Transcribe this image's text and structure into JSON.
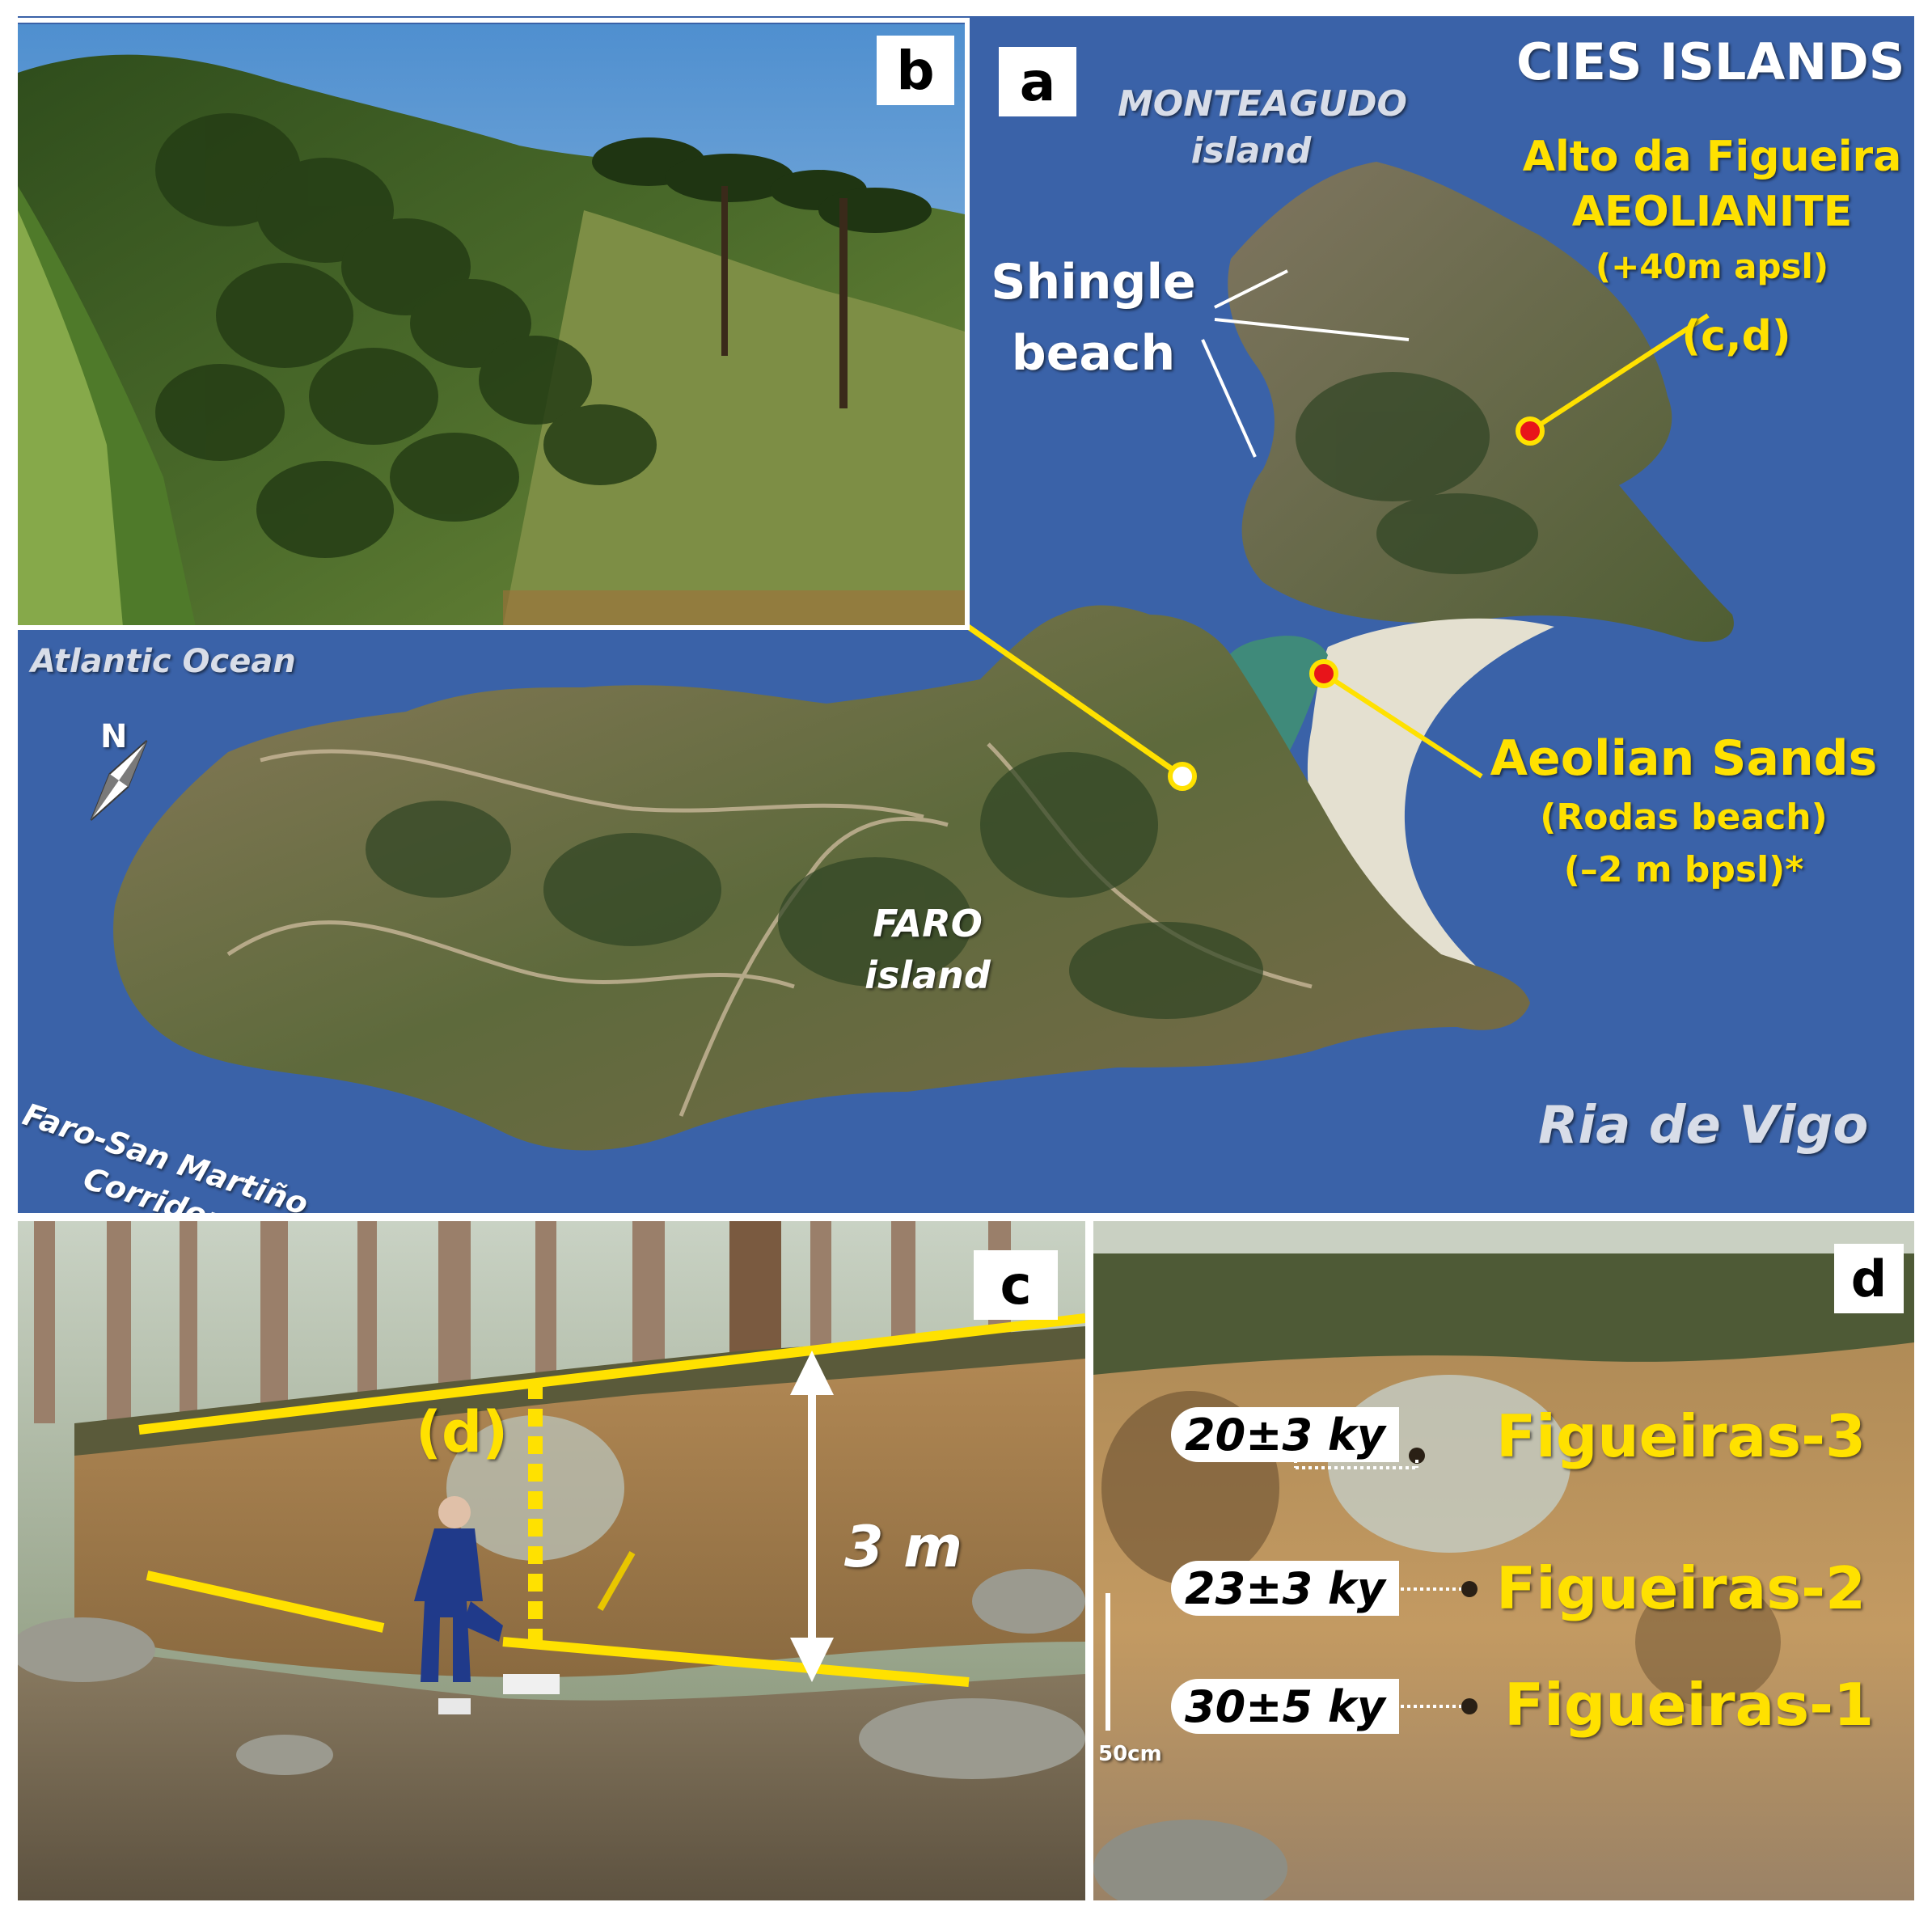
{
  "panel_a": {
    "letter": "a",
    "title": "CIES ISLANDS",
    "monteagudo_line1": "MONTEAGUDO",
    "monteagudo_line2": "island",
    "site_name_line1": "Alto da Figueira",
    "site_name_line2": "AEOLIANITE",
    "site_elev": "(+40m apsl)",
    "site_ref": "(c,d)",
    "shingle_line1": "Shingle",
    "shingle_line2": "beach",
    "sands_line1": "Aeolian Sands",
    "sands_line2": "(Rodas beach)",
    "sands_line3": "(–2 m bpsl)*",
    "atlantic": "Atlantic Ocean",
    "north": "N",
    "faro_line1": "FARO",
    "faro_line2": "island",
    "corridor_line1": "Faro-San Martiño",
    "corridor_line2": "Corridor",
    "ria": "Ria de Vigo",
    "colors": {
      "sea": "#3a62a8",
      "label": "#ffe100",
      "marker": "#e8141a"
    }
  },
  "panel_b": {
    "letter": "b"
  },
  "panel_c": {
    "letter": "c",
    "ref_label": "(d)",
    "height_label": "3 m"
  },
  "panel_d": {
    "letter": "d",
    "scale_label": "50cm",
    "samples": [
      {
        "age": "20±3 ky",
        "name": "Figueiras-3"
      },
      {
        "age": "23±3 ky",
        "name": "Figueiras-2"
      },
      {
        "age": "30±5 ky",
        "name": "Figueiras-1"
      }
    ]
  }
}
